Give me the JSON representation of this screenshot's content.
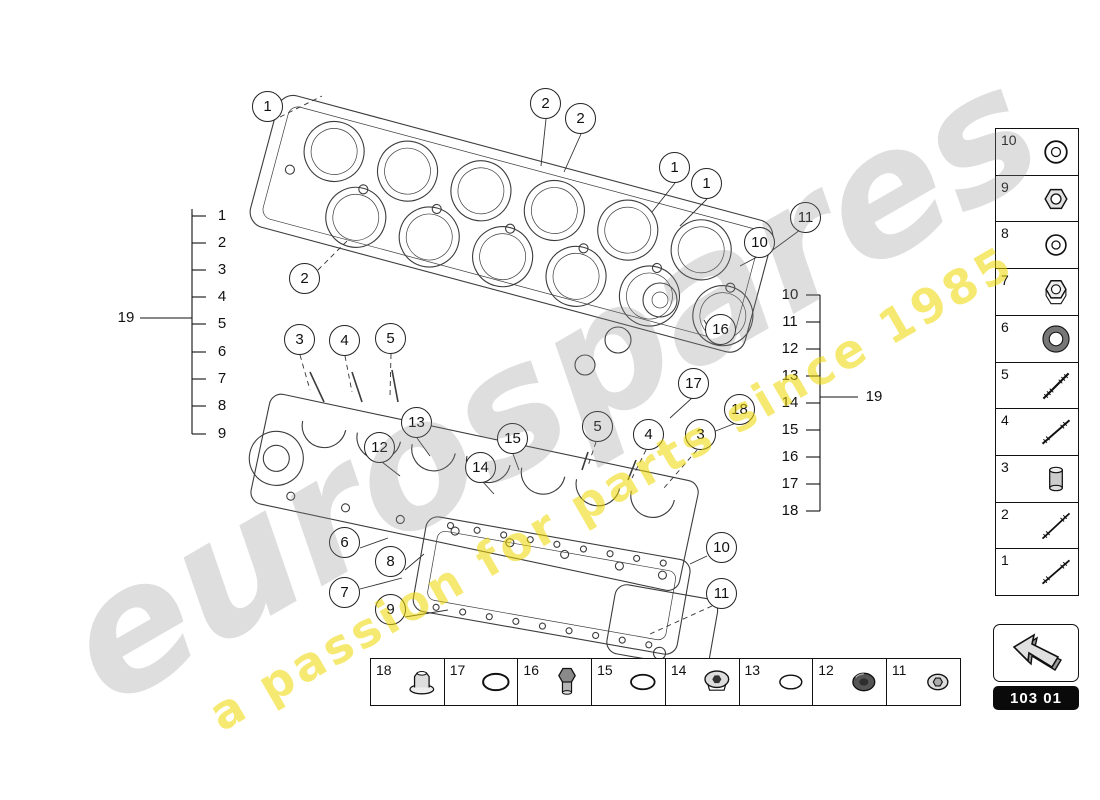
{
  "watermark": {
    "brand": "eurospares",
    "slogan": "a passion for parts since 1985",
    "brand_color": "#8a8a8a",
    "slogan_color": "#f0d800"
  },
  "diagram": {
    "description": "engine block exploded parts drawing",
    "callouts": [
      "1",
      "2",
      "2",
      "1",
      "1",
      "11",
      "10",
      "2",
      "16",
      "3",
      "4",
      "5",
      "17",
      "18",
      "13",
      "12",
      "15",
      "14",
      "5",
      "4",
      "3",
      "6",
      "8",
      "7",
      "9",
      "10",
      "11"
    ]
  },
  "left_group": {
    "bracket_label": "19",
    "items": [
      "1",
      "2",
      "3",
      "4",
      "5",
      "6",
      "7",
      "8",
      "9"
    ]
  },
  "right_group": {
    "bracket_label": "19",
    "items": [
      "10",
      "11",
      "12",
      "13",
      "14",
      "15",
      "16",
      "17",
      "18"
    ]
  },
  "side_panel": {
    "items": [
      {
        "num": "10",
        "icon": "flat-washer-icon"
      },
      {
        "num": "9",
        "icon": "hex-nut-icon"
      },
      {
        "num": "8",
        "icon": "flat-washer-icon"
      },
      {
        "num": "7",
        "icon": "hex-nut-icon"
      },
      {
        "num": "6",
        "icon": "seal-ring-icon"
      },
      {
        "num": "5",
        "icon": "stud-bolt-icon"
      },
      {
        "num": "4",
        "icon": "stud-bolt-icon"
      },
      {
        "num": "3",
        "icon": "dowel-sleeve-icon"
      },
      {
        "num": "2",
        "icon": "stud-bolt-icon"
      },
      {
        "num": "1",
        "icon": "stud-bolt-icon"
      }
    ]
  },
  "bottom_strip": {
    "items": [
      {
        "num": "18",
        "icon": "hex-flange-plug-icon"
      },
      {
        "num": "17",
        "icon": "o-ring-icon"
      },
      {
        "num": "16",
        "icon": "screw-plug-icon"
      },
      {
        "num": "15",
        "icon": "o-ring-icon"
      },
      {
        "num": "14",
        "icon": "socket-plug-icon"
      },
      {
        "num": "13",
        "icon": "o-ring-icon"
      },
      {
        "num": "12",
        "icon": "cover-plug-icon"
      },
      {
        "num": "11",
        "icon": "hex-socket-plug-icon"
      }
    ]
  },
  "footer": {
    "part_code": "103 01",
    "icon": "back-arrow-icon"
  }
}
